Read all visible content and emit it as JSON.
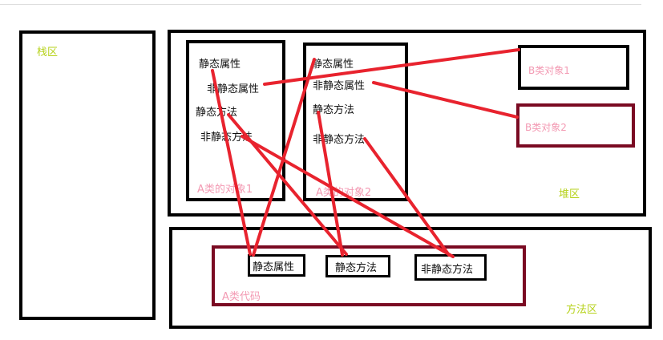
{
  "diagram": {
    "stack_area": "栈区",
    "heap_area": "堆区",
    "method_area": "方法区",
    "objectA1": {
      "title": "A类的对象1",
      "static_attr": "静态属性",
      "nonstatic_attr": "非静态属性",
      "static_method": "静态方法",
      "nonstatic_method": "非静态方法"
    },
    "objectA2": {
      "title": "A类的对象2",
      "static_attr": "静态属性",
      "nonstatic_attr": "非静态属性",
      "static_method": "静态方法",
      "nonstatic_method": "非静态方法"
    },
    "objectB1": "B类对象1",
    "objectB2": "B类对象2",
    "classA": {
      "title": "A类代码",
      "static_attr": "静态属性",
      "static_method": "静态方法",
      "nonstatic_method": "非静态方法"
    }
  },
  "colors": {
    "arrow": "#e8232e",
    "class_border": "#7a0a22",
    "area_label": "#b6d21a",
    "object_label": "#f39ab3"
  }
}
